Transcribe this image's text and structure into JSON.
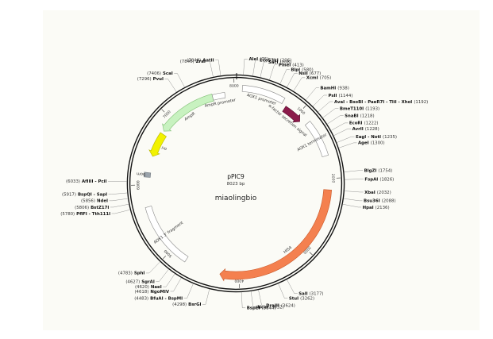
{
  "plasmid": {
    "name": "pPIC9",
    "size": "8023 bp",
    "watermark": "miaolingbio"
  },
  "ticks": [
    {
      "label": "8000",
      "angle": 359
    },
    {
      "label": "1000",
      "angle": 42
    },
    {
      "label": "2000",
      "angle": 87
    },
    {
      "label": "3000",
      "angle": 133
    },
    {
      "label": "4000",
      "angle": 178
    },
    {
      "label": "5000",
      "angle": 224
    },
    {
      "label": "6000",
      "angle": 269
    },
    {
      "label": "7000",
      "angle": 315
    }
  ],
  "features": [
    {
      "name": "AOX1 promoter",
      "start": 4,
      "end": 30,
      "r": 120,
      "width": 8,
      "color": "#ffffff",
      "stroke": "#888888",
      "dir": "none",
      "label_side": "in"
    },
    {
      "name": "α-factor secretion signal",
      "start": 33,
      "end": 46,
      "r": 112,
      "width": 8,
      "color": "#8b1a4a",
      "stroke": "#5a0f30",
      "dir": "cw",
      "label_side": "in"
    },
    {
      "name": "AOX1 terminator",
      "start": 50,
      "end": 73,
      "r": 118,
      "width": 8,
      "color": "#ffffff",
      "stroke": "#888888",
      "dir": "none",
      "label_side": "in"
    },
    {
      "name": "HIS4",
      "start": 94,
      "end": 190,
      "r": 116,
      "width": 10,
      "color": "#f4804f",
      "stroke": "#c95a2b",
      "dir": "cw",
      "label_side": "in"
    },
    {
      "name": "AOX1 3' fragment",
      "start": 213,
      "end": 255,
      "r": 114,
      "width": 8,
      "color": "#ffffff",
      "stroke": "#888888",
      "dir": "none",
      "label_side": "in"
    },
    {
      "name": "bom",
      "start": 274,
      "end": 277,
      "r": 112,
      "width": 8,
      "color": "#9aa3ab",
      "stroke": "#6f777e",
      "dir": "none",
      "label_side": "out"
    },
    {
      "name": "ori",
      "start": 288,
      "end": 304,
      "r": 110,
      "width": 9,
      "color": "#f2f200",
      "stroke": "#b5b500",
      "dir": "ccw",
      "label_side": "in"
    },
    {
      "name": "AmpR",
      "start": 306,
      "end": 345,
      "r": 112,
      "width": 9,
      "color": "#c8f2c0",
      "stroke": "#7fbf74",
      "dir": "ccw",
      "label_side": "in"
    },
    {
      "name": "AmpR promoter",
      "start": 345,
      "end": 353,
      "r": 112,
      "width": 7,
      "color": "#ffffff",
      "stroke": "#888888",
      "dir": "none",
      "label_side": "in"
    }
  ],
  "sites": [
    {
      "name": "AatII",
      "pos": "(7848)",
      "angle": 352
    },
    {
      "name": "ZraI",
      "pos": "(7846)",
      "angle": 348
    },
    {
      "name": "ScaI",
      "pos": "(7406)",
      "angle": 332
    },
    {
      "name": "PvuI",
      "pos": "(7296)",
      "angle": 327
    },
    {
      "name": "AleI",
      "pos": "(76)",
      "angle": 4
    },
    {
      "name": "Eco53kI",
      "pos": "(206)",
      "angle": 9
    },
    {
      "name": "SacI",
      "pos": "(208)",
      "angle": 13
    },
    {
      "name": "PmeI",
      "pos": "(413)",
      "angle": 18
    },
    {
      "name": "BlpI",
      "pos": "(580)",
      "angle": 24
    },
    {
      "name": "NsiI",
      "pos": "(677)",
      "angle": 28
    },
    {
      "name": "XcmI",
      "pos": "(705)",
      "angle": 32
    },
    {
      "name": "BamHI",
      "pos": "(938)",
      "angle": 40
    },
    {
      "name": "PslI",
      "pos": "(1144)",
      "angle": 45
    },
    {
      "name": "AvaI - BsoBI - PaeR7I - TliI - XhoI",
      "pos": "(1192)",
      "angle": 49
    },
    {
      "name": "BmeT110I",
      "pos": "(1193)",
      "angle": 53
    },
    {
      "name": "SnaBI",
      "pos": "(1218)",
      "angle": 57
    },
    {
      "name": "EcoRI",
      "pos": "(1222)",
      "angle": 61
    },
    {
      "name": "AvrII",
      "pos": "(1228)",
      "angle": 64
    },
    {
      "name": "EagI - NotI",
      "pos": "(1235)",
      "angle": 68
    },
    {
      "name": "AgeI",
      "pos": "(1300)",
      "angle": 71
    },
    {
      "name": "BlgZI",
      "pos": "(1754)",
      "angle": 84
    },
    {
      "name": "FspAI",
      "pos": "(1826)",
      "angle": 88
    },
    {
      "name": "XbaI",
      "pos": "(2032)",
      "angle": 94
    },
    {
      "name": "Bsu36I",
      "pos": "(2088)",
      "angle": 98
    },
    {
      "name": "HpaI",
      "pos": "(2136)",
      "angle": 101
    },
    {
      "name": "SalI",
      "pos": "(3177)",
      "angle": 152
    },
    {
      "name": "StuI",
      "pos": "(3262)",
      "angle": 157
    },
    {
      "name": "DraIII",
      "pos": "(3624)",
      "angle": 168
    },
    {
      "name": "NcoI",
      "pos": "(3632)",
      "angle": 172
    },
    {
      "name": "BspEI",
      "pos": "(3844)",
      "angle": 177
    },
    {
      "name": "BsrGI",
      "pos": "(4298)",
      "angle": 194
    },
    {
      "name": "BfuAI - BspMI",
      "pos": "(4483)",
      "angle": 203
    },
    {
      "name": "NgoMIV",
      "pos": "(4618)",
      "angle": 210
    },
    {
      "name": "NaeI",
      "pos": "(4620)",
      "angle": 214
    },
    {
      "name": "SgrAI",
      "pos": "(4627)",
      "angle": 218
    },
    {
      "name": "SphI",
      "pos": "(4783)",
      "angle": 224
    },
    {
      "name": "PflFI - Tth111I",
      "pos": "(5780)",
      "angle": 256
    },
    {
      "name": "BstZ17I",
      "pos": "(5806)",
      "angle": 259
    },
    {
      "name": "NdeI",
      "pos": "(5856)",
      "angle": 262
    },
    {
      "name": "BspQI - SapI",
      "pos": "(5917)",
      "angle": 265
    },
    {
      "name": "AfIIII - PciI",
      "pos": "(6033)",
      "angle": 271
    }
  ],
  "colors": {
    "backbone": "#111111",
    "frame": "#fbfbf6"
  }
}
